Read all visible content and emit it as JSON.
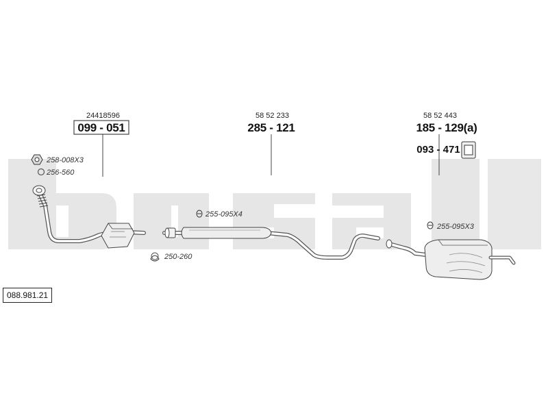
{
  "brand": {
    "watermark": "bosal",
    "color": "#e6e6e6"
  },
  "ref_number": "088.981.21",
  "parts": [
    {
      "id": "front",
      "oem": "24418596",
      "code": "099 - 051",
      "boxed": true
    },
    {
      "id": "middle",
      "oem": "58 52 233",
      "code": "285 - 121",
      "boxed": false
    },
    {
      "id": "rear",
      "oem": "58 52 443",
      "code": "185 - 129(a)",
      "boxed": false
    },
    {
      "id": "hanger",
      "code": "093 - 471"
    }
  ],
  "accessories": [
    {
      "id": "nut",
      "code": "258-008X3",
      "icon": "hex-nut-icon"
    },
    {
      "id": "gasket",
      "code": "256-560",
      "icon": "gasket-ring-icon"
    },
    {
      "id": "clamp-mid",
      "code": "255-095X4",
      "icon": "clamp-icon"
    },
    {
      "id": "clamp-front",
      "code": "250-260",
      "icon": "clamp-ring-icon"
    },
    {
      "id": "clamp-rear",
      "code": "255-095X3",
      "icon": "clamp-icon"
    }
  ]
}
